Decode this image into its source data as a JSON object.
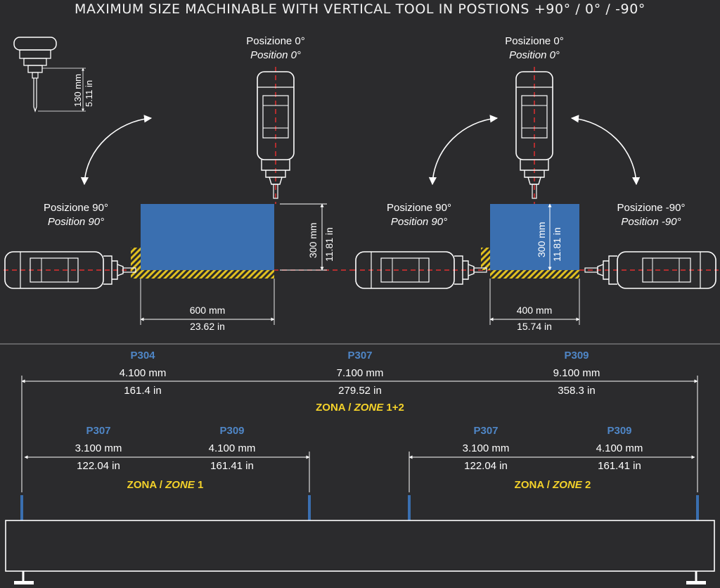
{
  "title": "MAXIMUM SIZE MACHINABLE WITH VERTICAL TOOL IN POSTIONS +90° / 0° / -90°",
  "tool_inset": {
    "mm": "130 mm",
    "in": "5.11 in"
  },
  "left_diagram": {
    "pos0": {
      "it": "Posizione 0°",
      "en": "Position 0°"
    },
    "pos90": {
      "it": "Posizione 90°",
      "en": "Position 90°"
    },
    "height": {
      "mm": "300 mm",
      "in": "11.81 in"
    },
    "width": {
      "mm": "600 mm",
      "in": "23.62 in"
    }
  },
  "right_diagram": {
    "pos0": {
      "it": "Posizione 0°",
      "en": "Position 0°"
    },
    "pos90": {
      "it": "Posizione 90°",
      "en": "Position 90°"
    },
    "posm90": {
      "it": "Posizione -90°",
      "en": "Position -90°"
    },
    "height": {
      "mm": "300 mm",
      "in": "11.81 in"
    },
    "width": {
      "mm": "400 mm",
      "in": "15.74 in"
    }
  },
  "full_zone": {
    "models": [
      {
        "name": "P304",
        "mm": "4.100 mm",
        "in": "161.4 in"
      },
      {
        "name": "P307",
        "mm": "7.100 mm",
        "in": "279.52 in"
      },
      {
        "name": "P309",
        "mm": "9.100 mm",
        "in": "358.3 in"
      }
    ],
    "label_a": "ZONA / ",
    "label_b": "ZONE",
    "label_c": " 1+2"
  },
  "zone1": {
    "models": [
      {
        "name": "P307",
        "mm": "3.100 mm",
        "in": "122.04 in"
      },
      {
        "name": "P309",
        "mm": "4.100 mm",
        "in": "161.41 in"
      }
    ],
    "label_a": "ZONA / ",
    "label_b": "ZONE",
    "label_c": " 1"
  },
  "zone2": {
    "models": [
      {
        "name": "P307",
        "mm": "3.100 mm",
        "in": "122.04 in"
      },
      {
        "name": "P309",
        "mm": "4.100 mm",
        "in": "161.41 in"
      }
    ],
    "label_a": "ZONA / ",
    "label_b": "ZONE",
    "label_c": " 2"
  },
  "colors": {
    "background": "#2b2b2d",
    "workpiece": "#3a6fb0",
    "zone_text": "#f4d22a",
    "model_text": "#4f86c6",
    "axis_dash": "#e03030"
  }
}
